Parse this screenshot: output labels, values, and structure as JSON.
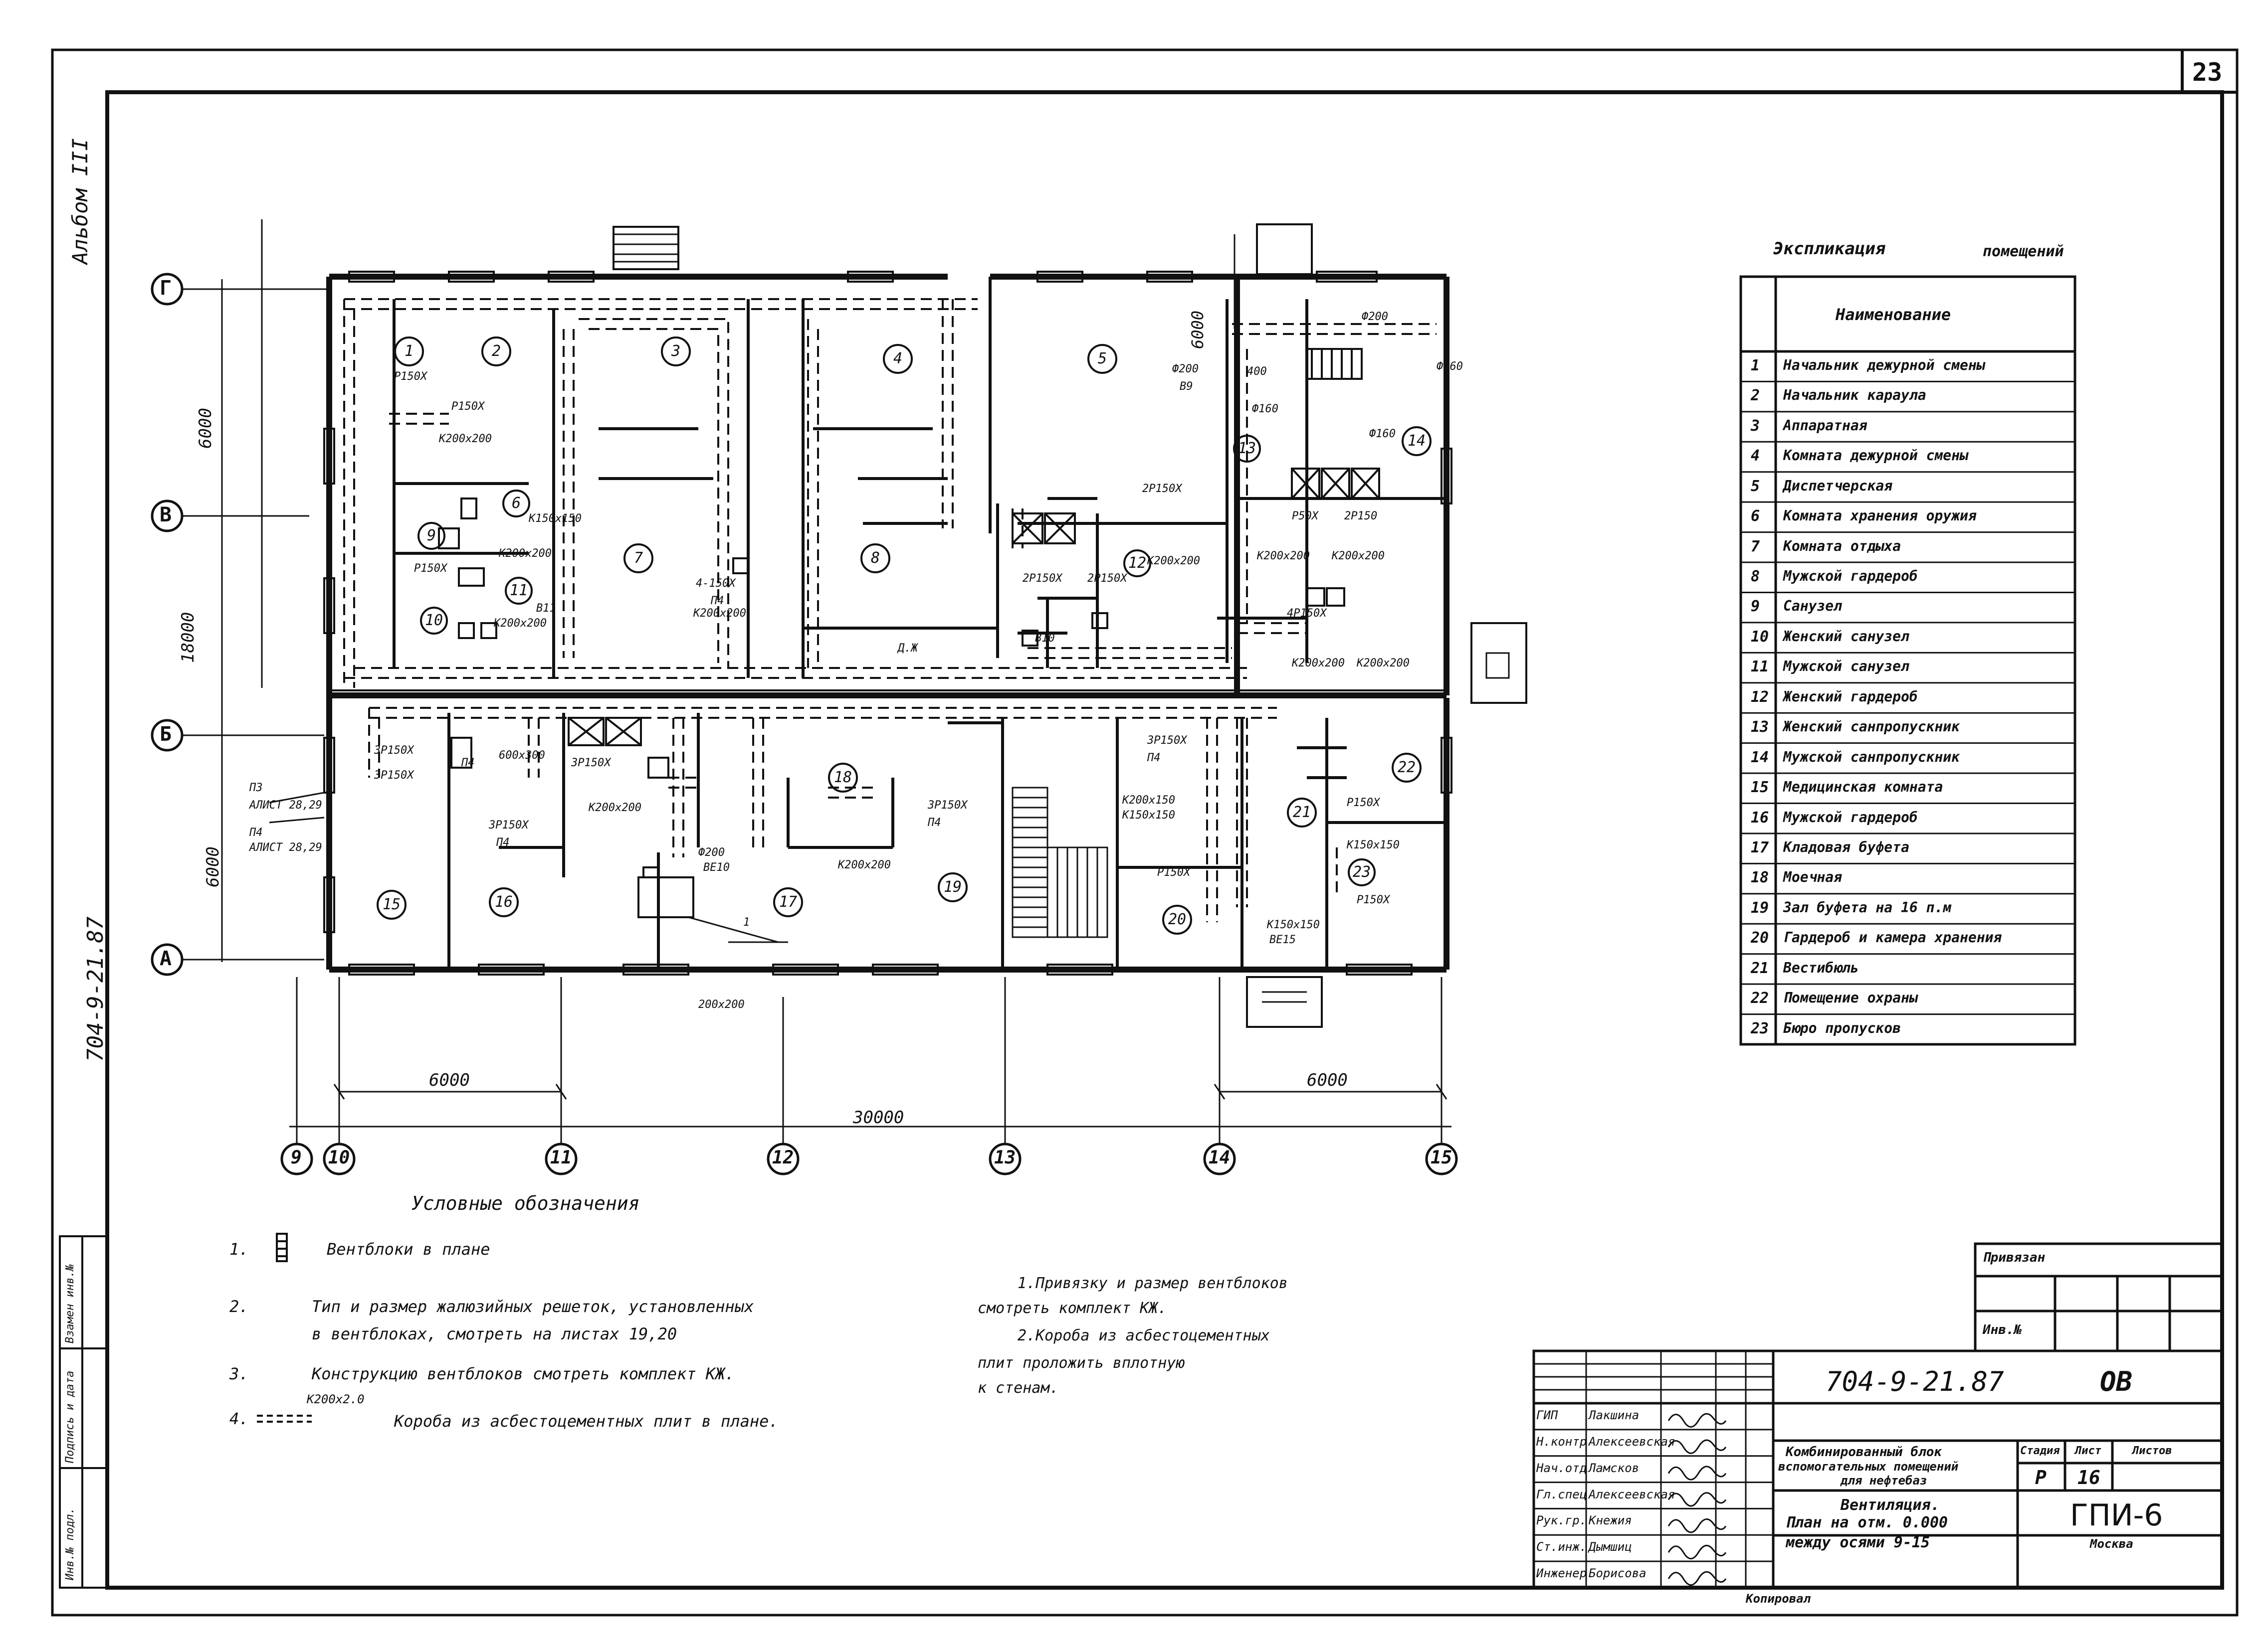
{
  "sheet_number": "23",
  "album": "Альбом III",
  "side_code": "704-9-21.87",
  "explication": {
    "title_left": "Экспликация",
    "title_right": "помещений",
    "header": "Наименование",
    "rows": [
      {
        "n": "1",
        "name": "Начальник дежурной смены"
      },
      {
        "n": "2",
        "name": "Начальник караула"
      },
      {
        "n": "3",
        "name": "Аппаратная"
      },
      {
        "n": "4",
        "name": "Комната дежурной смены"
      },
      {
        "n": "5",
        "name": "Диспетчерская"
      },
      {
        "n": "6",
        "name": "Комната хранения оружия"
      },
      {
        "n": "7",
        "name": "Комната отдыха"
      },
      {
        "n": "8",
        "name": "Мужской гардероб"
      },
      {
        "n": "9",
        "name": "Санузел"
      },
      {
        "n": "10",
        "name": "Женский санузел"
      },
      {
        "n": "11",
        "name": "Мужской санузел"
      },
      {
        "n": "12",
        "name": "Женский гардероб"
      },
      {
        "n": "13",
        "name": "Женский санпропускник"
      },
      {
        "n": "14",
        "name": "Мужской санпропускник"
      },
      {
        "n": "15",
        "name": "Медицинская комната"
      },
      {
        "n": "16",
        "name": "Мужской гардероб"
      },
      {
        "n": "17",
        "name": "Кладовая буфета"
      },
      {
        "n": "18",
        "name": "Моечная"
      },
      {
        "n": "19",
        "name": "Зал буфета на 16 п.м"
      },
      {
        "n": "20",
        "name": "Гардероб и камера хранения"
      },
      {
        "n": "21",
        "name": "Вестибюль"
      },
      {
        "n": "22",
        "name": "Помещение охраны"
      },
      {
        "n": "23",
        "name": "Бюро пропусков"
      }
    ]
  },
  "axes": {
    "rows": [
      "Г",
      "В",
      "Б",
      "А"
    ],
    "cols": [
      "9",
      "10",
      "11",
      "12",
      "13",
      "14",
      "15"
    ]
  },
  "dimensions": {
    "left_top": "6000",
    "left_total": "18000",
    "left_bottom": "6000",
    "bottom_left": "6000",
    "bottom_total": "30000",
    "bottom_right": "6000",
    "top_right": "6000"
  },
  "rooms": [
    "1",
    "2",
    "3",
    "4",
    "5",
    "6",
    "7",
    "8",
    "9",
    "10",
    "11",
    "12",
    "13",
    "14",
    "15",
    "16",
    "17",
    "18",
    "19",
    "20",
    "21",
    "22",
    "23"
  ],
  "plan_labels": [
    {
      "id": "r1",
      "text": "Р150Х"
    },
    {
      "id": "r2",
      "text": "Р150Х"
    },
    {
      "id": "k1",
      "text": "К200х200"
    },
    {
      "id": "k2",
      "text": "К150х150"
    },
    {
      "id": "k3",
      "text": "К200х200"
    },
    {
      "id": "k4",
      "text": "К200х200"
    },
    {
      "id": "r3",
      "text": "Р150Х"
    },
    {
      "id": "b11",
      "text": "В11"
    },
    {
      "id": "p4a",
      "text": "4-150Х"
    },
    {
      "id": "p4b",
      "text": "П4"
    },
    {
      "id": "k5",
      "text": "К200х200"
    },
    {
      "id": "dz",
      "text": "Д.Ж"
    },
    {
      "id": "r4",
      "text": "2Р150Х"
    },
    {
      "id": "r5",
      "text": "2Р150Х"
    },
    {
      "id": "r6",
      "text": "2Р150Х"
    },
    {
      "id": "b10",
      "text": "В10"
    },
    {
      "id": "k6",
      "text": "К200х200"
    },
    {
      "id": "phi200a",
      "text": "Ф200"
    },
    {
      "id": "b9",
      "text": "В9"
    },
    {
      "id": "n400",
      "text": "400"
    },
    {
      "id": "phi200b",
      "text": "Ф200"
    },
    {
      "id": "phi160a",
      "text": "Ф160"
    },
    {
      "id": "phi160b",
      "text": "Ф160"
    },
    {
      "id": "phi160c",
      "text": "Ф160"
    },
    {
      "id": "r7",
      "text": "Р50Х"
    },
    {
      "id": "r8",
      "text": "2Р150"
    },
    {
      "id": "k7",
      "text": "К200х200"
    },
    {
      "id": "k8",
      "text": "К200х200"
    },
    {
      "id": "r9",
      "text": "4Р150Х"
    },
    {
      "id": "k9",
      "text": "К200х200"
    },
    {
      "id": "k10",
      "text": "К200х200"
    },
    {
      "id": "r10",
      "text": "3Р150Х"
    },
    {
      "id": "r11",
      "text": "3Р150Х"
    },
    {
      "id": "p4c",
      "text": "П4"
    },
    {
      "id": "k11",
      "text": "600х300"
    },
    {
      "id": "r12",
      "text": "3Р150Х"
    },
    {
      "id": "k12",
      "text": "К200х200"
    },
    {
      "id": "r13",
      "text": "3Р150Х"
    },
    {
      "id": "p4d",
      "text": "П4"
    },
    {
      "id": "phi200c",
      "text": "Ф200"
    },
    {
      "id": "b10b",
      "text": "ВЕ10"
    },
    {
      "id": "r14",
      "text": "3Р150Х"
    },
    {
      "id": "p4e",
      "text": "П4"
    },
    {
      "id": "k13",
      "text": "К200х200"
    },
    {
      "id": "r15",
      "text": "3Р150Х"
    },
    {
      "id": "p4f",
      "text": "П4"
    },
    {
      "id": "k14",
      "text": "К200х150"
    },
    {
      "id": "k15",
      "text": "К150х150"
    },
    {
      "id": "r16",
      "text": "Р150Х"
    },
    {
      "id": "r17",
      "text": "Р150Х"
    },
    {
      "id": "k16",
      "text": "К150х150"
    },
    {
      "id": "r18",
      "text": "Р150Х"
    },
    {
      "id": "k17",
      "text": "К150х150"
    },
    {
      "id": "be15",
      "text": "ВЕ15"
    },
    {
      "id": "k18",
      "text": "200х200"
    },
    {
      "id": "p3",
      "text": "П3"
    },
    {
      "id": "p3s",
      "text": "АЛИСТ 28,29"
    },
    {
      "id": "p4g",
      "text": "П4"
    },
    {
      "id": "p4s",
      "text": "АЛИСТ 28,29"
    },
    {
      "id": "one",
      "text": "1"
    }
  ],
  "legend": {
    "title": "Условные обозначения",
    "items": [
      {
        "n": "1.",
        "text": "Вентблоки в плане"
      },
      {
        "n": "2.",
        "text": "Тип и размер жалюзийных решеток, установленных"
      },
      {
        "n": "",
        "text": "в вентблоках, смотреть на листах 19,20"
      },
      {
        "n": "3.",
        "text": "Конструкцию вентблоков смотреть комплект КЖ."
      },
      {
        "n": "4.",
        "text": "Короба из асбестоцементных плит в плане."
      }
    ],
    "duct_symbol": "К200х2.0"
  },
  "notes": [
    "1.Привязку и размер вентблоков",
    "смотреть комплект КЖ.",
    "2.Короба из асбестоцементных",
    "плит проложить вплотную",
    "к стенам."
  ],
  "stamp": {
    "privyazan": "Привязан",
    "inv": "Инв.№",
    "code": "704-9-21.87",
    "mark": "ОВ",
    "project_1": "Комбинированный блок",
    "project_2": "вспомогательных помещений",
    "project_3": "для нефтебаз",
    "stage_h": "Стадия",
    "sheet_h": "Лист",
    "sheets_h": "Листов",
    "stage": "Р",
    "sheet": "16",
    "title_1": "Вентиляция.",
    "title_2": "План на отм. 0.000",
    "title_3": "между осями 9-15",
    "org": "ГПИ-6",
    "city": "Москва",
    "copied": "Копировал",
    "people": [
      {
        "role": "ГИП",
        "name": "Лакшина"
      },
      {
        "role": "Н.контр",
        "name": "Алексеевская"
      },
      {
        "role": "Нач.отд",
        "name": "Ламсков"
      },
      {
        "role": "Гл.спец",
        "name": "Алексеевская"
      },
      {
        "role": "Рук.гр.",
        "name": "Кнежия"
      },
      {
        "role": "Ст.инж.",
        "name": "Дымшиц"
      },
      {
        "role": "Инженер",
        "name": "Борисова"
      }
    ],
    "side_cols": [
      "Инв.№ подл.",
      "Подпись и дата",
      "Взамен инв.№"
    ]
  }
}
